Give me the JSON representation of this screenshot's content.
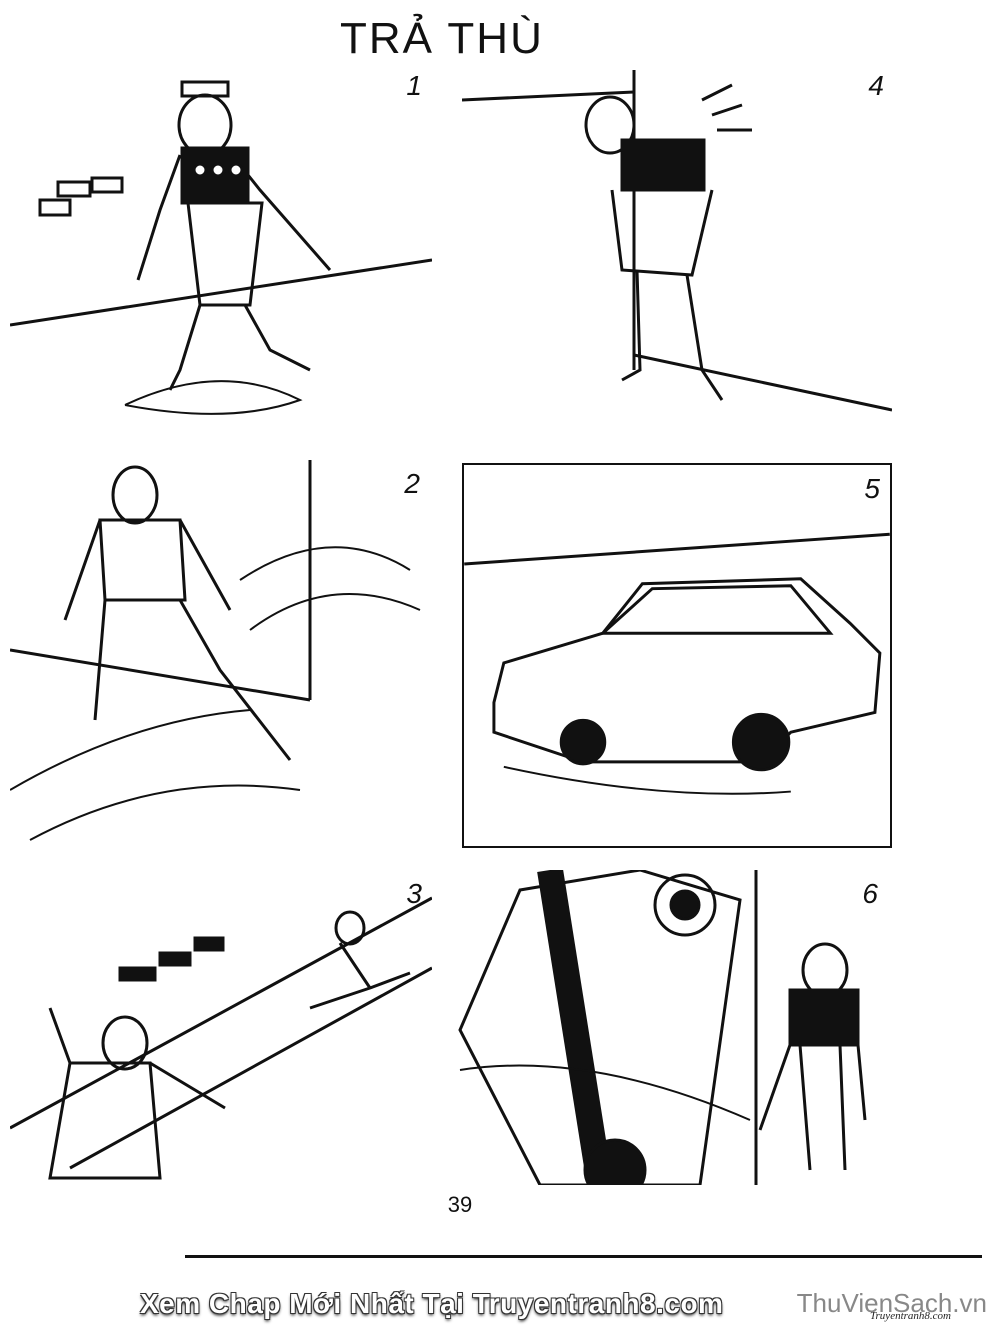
{
  "page": {
    "title": "TRẢ THÙ",
    "page_number": "39"
  },
  "panels": [
    {
      "id": "panel-1",
      "number": "1",
      "scene": "old-man-walking"
    },
    {
      "id": "panel-4",
      "number": "4",
      "scene": "old-man-leaning"
    },
    {
      "id": "panel-2",
      "number": "2",
      "scene": "collision"
    },
    {
      "id": "panel-5",
      "number": "5",
      "scene": "car"
    },
    {
      "id": "panel-3",
      "number": "3",
      "scene": "chase"
    },
    {
      "id": "panel-6",
      "number": "6",
      "scene": "car-tipped"
    }
  ],
  "footer": {
    "promo_text": "Xem Chap Mới Nhất Tại Truyentranh8.com",
    "watermark": "ThuVienSach.vn",
    "brand": "Truyentranh8.com"
  },
  "colors": {
    "ink": "#111111",
    "paper": "#ffffff",
    "footer_text": "#ffffff",
    "watermark": "#888888"
  }
}
